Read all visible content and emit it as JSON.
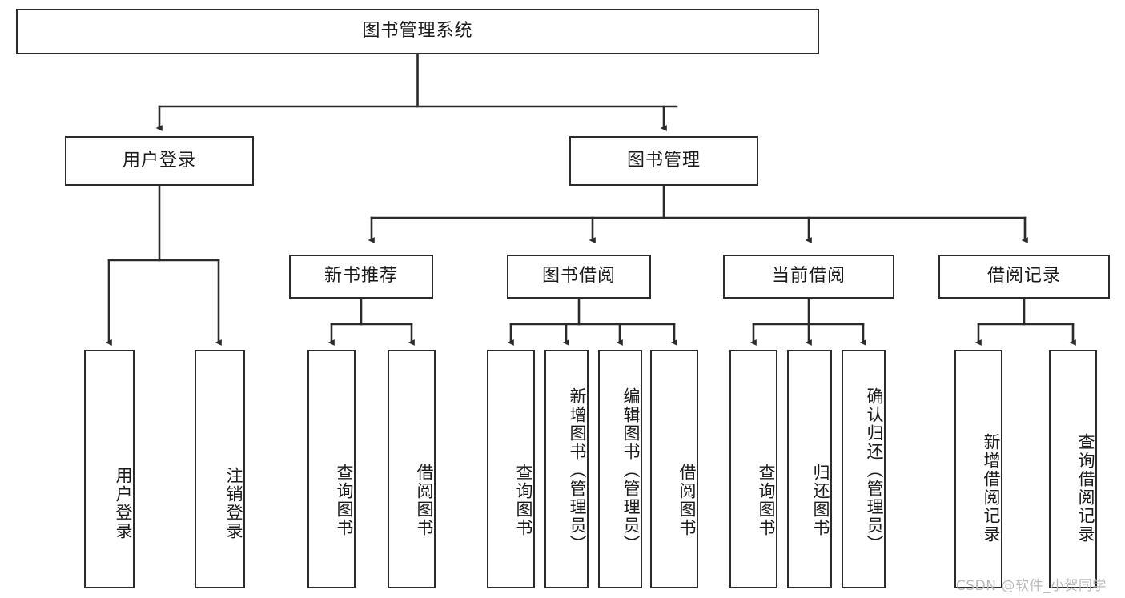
{
  "diagram": {
    "title": "图书管理系统",
    "type": "hierarchy-tree",
    "root": {
      "id": "root",
      "label": "图书管理系统"
    },
    "level2": [
      {
        "id": "user-login",
        "label": "用户登录"
      },
      {
        "id": "book-manage",
        "label": "图书管理"
      }
    ],
    "level3": [
      {
        "id": "new-book-rec",
        "label": "新书推荐"
      },
      {
        "id": "book-borrow",
        "label": "图书借阅"
      },
      {
        "id": "current-borrow",
        "label": "当前借阅"
      },
      {
        "id": "borrow-record",
        "label": "借阅记录"
      }
    ],
    "leaves": {
      "user_login": [
        {
          "id": "leaf-user-login",
          "label": "用户登录"
        },
        {
          "id": "leaf-logout",
          "label": "注销登录"
        }
      ],
      "new_book_rec": [
        {
          "id": "leaf-query-book-1",
          "label": "查询图书"
        },
        {
          "id": "leaf-borrow-book-1",
          "label": "借阅图书"
        }
      ],
      "book_borrow": [
        {
          "id": "leaf-query-book-2",
          "label": "查询图书"
        },
        {
          "id": "leaf-add-book",
          "label": "新增图书（管理员）"
        },
        {
          "id": "leaf-edit-book",
          "label": "编辑图书（管理员）"
        },
        {
          "id": "leaf-borrow-book-2",
          "label": "借阅图书"
        }
      ],
      "current_borrow": [
        {
          "id": "leaf-query-book-3",
          "label": "查询图书"
        },
        {
          "id": "leaf-return-book",
          "label": "归还图书"
        },
        {
          "id": "leaf-confirm-return",
          "label": "确认归还（管理员）"
        }
      ],
      "borrow_record": [
        {
          "id": "leaf-add-record",
          "label": "新增借阅记录"
        },
        {
          "id": "leaf-query-record",
          "label": "查询借阅记录"
        }
      ]
    }
  },
  "watermark": {
    "text": "CSDN @软件_小贺同学"
  },
  "colors": {
    "stroke": "#2b2b2b",
    "fill": "#ffffff",
    "text": "#1a1a1a",
    "watermark": "#b9b9b9"
  }
}
